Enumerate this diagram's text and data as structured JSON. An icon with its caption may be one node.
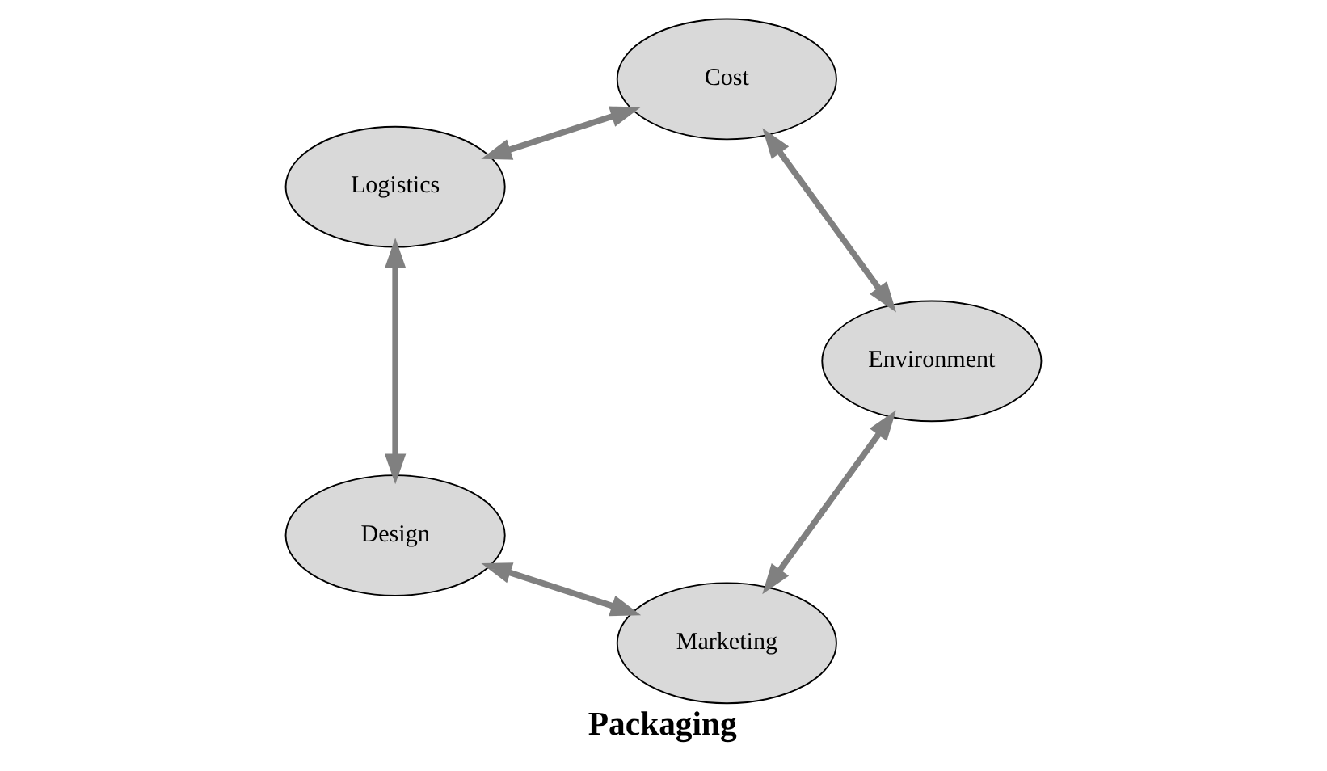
{
  "diagram": {
    "title": "Packaging",
    "nodes": [
      {
        "text": [
          "Marketing"
        ]
      },
      {
        "text": [
          "Environment"
        ]
      },
      {
        "text": [
          "Design"
        ]
      },
      {
        "text": [
          "Cost"
        ]
      },
      {
        "text": [
          "Logistics"
        ]
      }
    ],
    "edges": [
      {
        "from": 1,
        "to": 0,
        "arrow": "both"
      },
      {
        "from": 0,
        "to": 2,
        "arrow": "both"
      },
      {
        "from": 2,
        "to": 4,
        "arrow": "both"
      },
      {
        "from": 4,
        "to": 3,
        "arrow": "both"
      },
      {
        "from": 3,
        "to": 1,
        "arrow": "both"
      }
    ]
  }
}
